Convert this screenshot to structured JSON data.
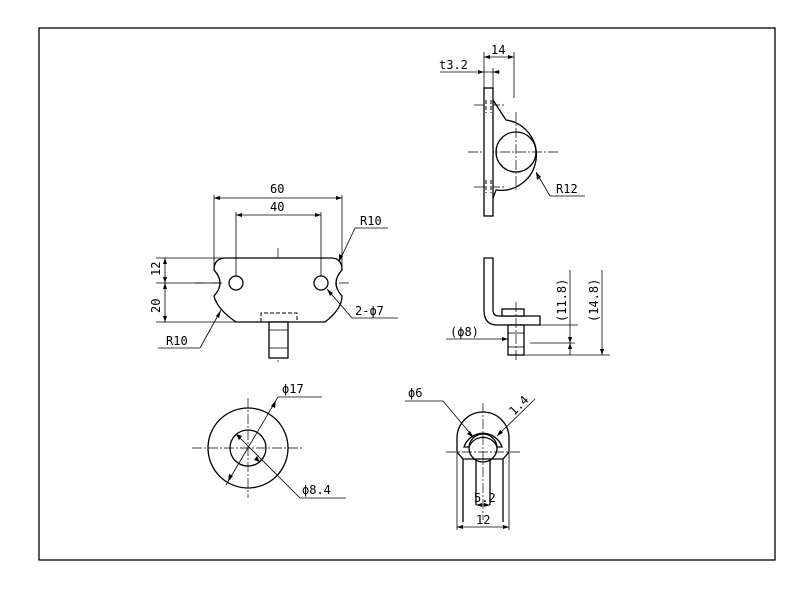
{
  "labels": {
    "top_width_14": "14",
    "thickness_t32": "t3.2",
    "radius_r12": "R12",
    "width_60": "60",
    "width_40": "40",
    "radius_r10_top": "R10",
    "height_12": "12",
    "height_20": "20",
    "holes_2phi7": "2-ϕ7",
    "radius_r10_bottom": "R10",
    "dia_phi8": "(ϕ8)",
    "height_118": "(11.8)",
    "height_148": "(14.8)",
    "dia_phi17": "ϕ17",
    "dia_phi84": "ϕ8.4",
    "dia_phi6": "ϕ6",
    "gap_14": "1.4",
    "width_52": "5.2",
    "width_12": "12"
  }
}
